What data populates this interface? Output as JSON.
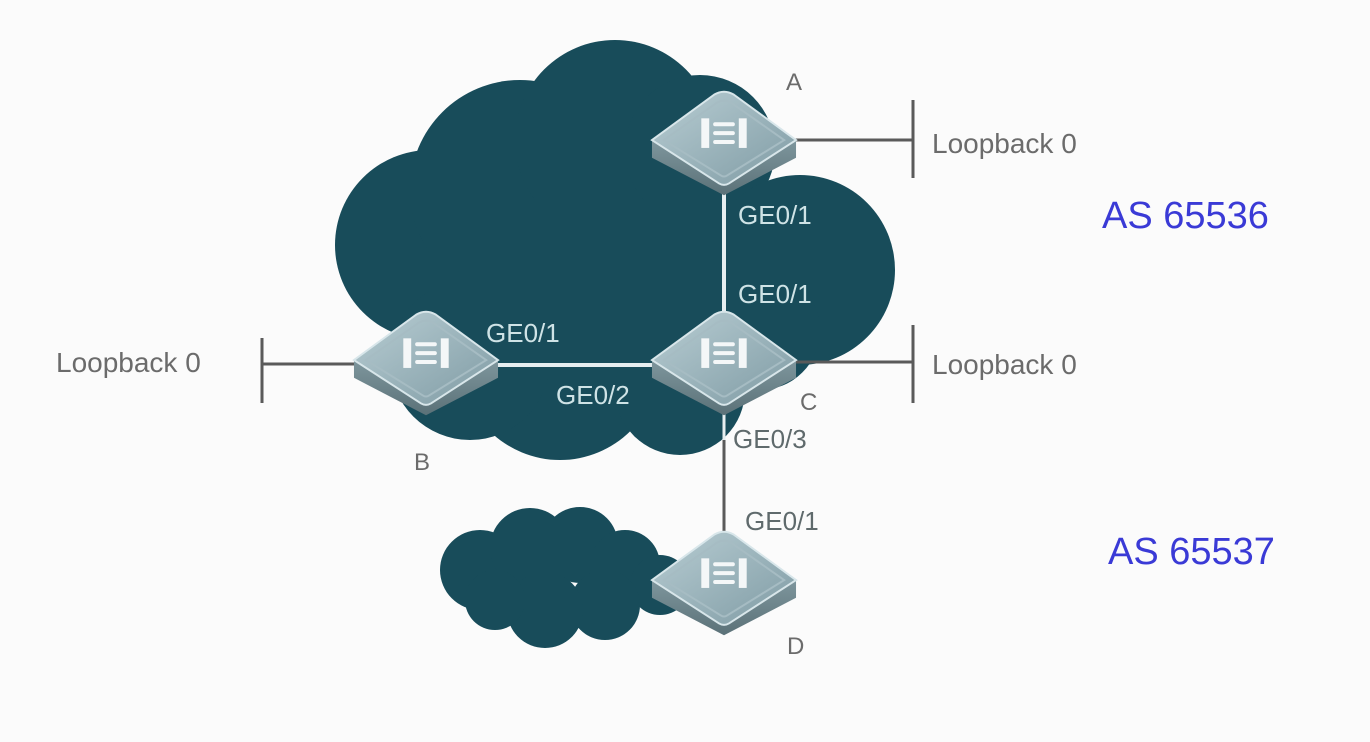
{
  "diagram": {
    "colors": {
      "cloud": "#184c5a",
      "background": "#fbfbfb",
      "as_label": "#3a3ad6",
      "link_inside_cloud": "#e6eef0",
      "link_outside_cloud": "#5a5a5a"
    },
    "as_labels": {
      "upper": "AS 65536",
      "lower": "AS 65537"
    },
    "devices": {
      "A": {
        "name": "A",
        "icon": "router-switch-icon"
      },
      "B": {
        "name": "B",
        "icon": "router-switch-icon"
      },
      "C": {
        "name": "C",
        "icon": "router-switch-icon"
      },
      "D": {
        "name": "D",
        "icon": "router-switch-icon"
      }
    },
    "loopbacks": {
      "A": "Loopback 0",
      "B": "Loopback 0",
      "C": "Loopback 0"
    },
    "ports": {
      "A_to_C_on_A": "GE0/1",
      "A_to_C_on_C": "GE0/1",
      "B_to_C_on_B": "GE0/1",
      "B_to_C_on_C": "GE0/2",
      "C_to_D_on_C": "GE0/3",
      "C_to_D_on_D": "GE0/1"
    },
    "links": [
      {
        "from": "A",
        "to": "C",
        "from_port": "GE0/1",
        "to_port": "GE0/1"
      },
      {
        "from": "B",
        "to": "C",
        "from_port": "GE0/1",
        "to_port": "GE0/2"
      },
      {
        "from": "C",
        "to": "D",
        "from_port": "GE0/3",
        "to_port": "GE0/1"
      }
    ]
  }
}
